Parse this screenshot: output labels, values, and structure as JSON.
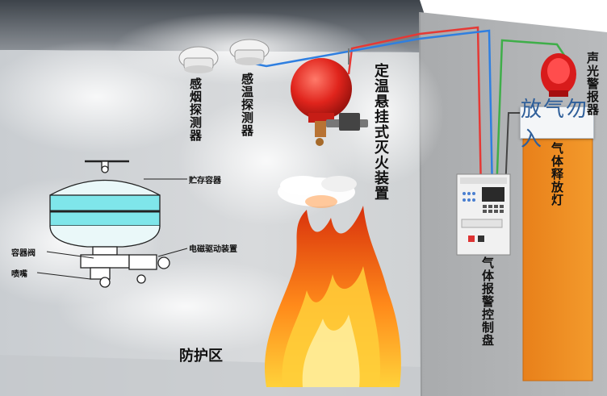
{
  "labels": {
    "smoke_detector": "感烟探测器",
    "heat_detector": "感温探测器",
    "suspended_extinguisher": "定温悬挂式灭火装置",
    "storage_container": "贮存容器",
    "container_valve": "容器阀",
    "nozzle": "喷嘴",
    "solenoid_driver": "电磁驱动装置",
    "protected_zone": "防护区",
    "alarm_panel": "气体报警控制盘",
    "audible_visual_alarm": "声光警报器",
    "release_lamp": "气体释放灯",
    "door_sign": "放气勿入"
  },
  "colors": {
    "wire_red": "#e53935",
    "wire_blue": "#2f7fe0",
    "wire_green": "#3fae49",
    "door_orange": "#f08c1a",
    "extinguisher_red": "#e0241c",
    "liquid_cyan": "#7fe6ea"
  }
}
